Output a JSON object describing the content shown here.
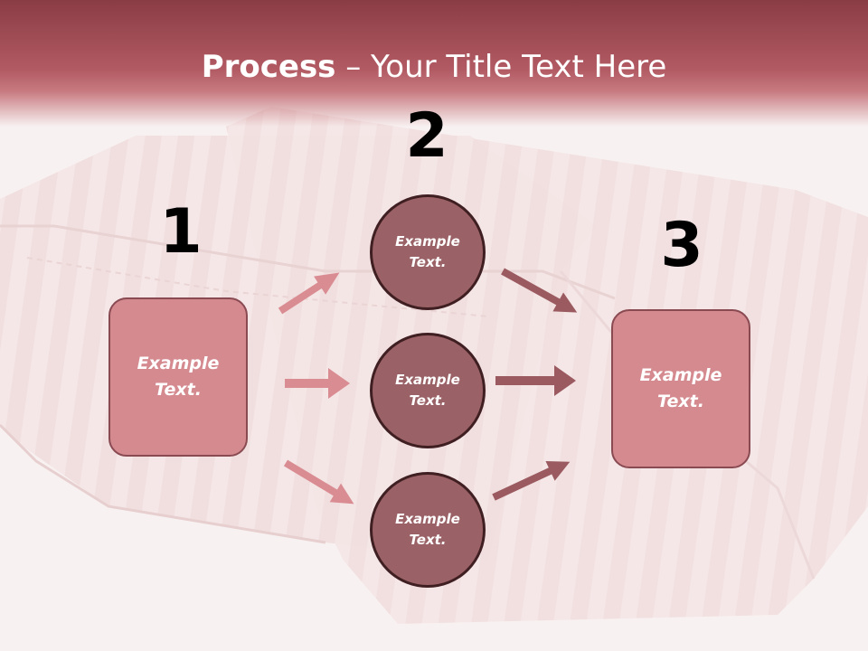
{
  "title": {
    "bold": "Process",
    "rest": " – Your Title Text Here"
  },
  "steps": {
    "one": "1",
    "two": "2",
    "three": "3"
  },
  "left_box": {
    "label": "Example Text."
  },
  "right_box": {
    "label": "Example Text."
  },
  "circles": [
    {
      "label": "Example Text."
    },
    {
      "label": "Example Text."
    },
    {
      "label": "Example Text."
    }
  ],
  "colors": {
    "header": "#b25a63",
    "box_fill": "#d48a8f",
    "circle_fill": "#9a6266",
    "arrow_light": "#d98c92",
    "arrow_dark": "#9a5a60"
  }
}
